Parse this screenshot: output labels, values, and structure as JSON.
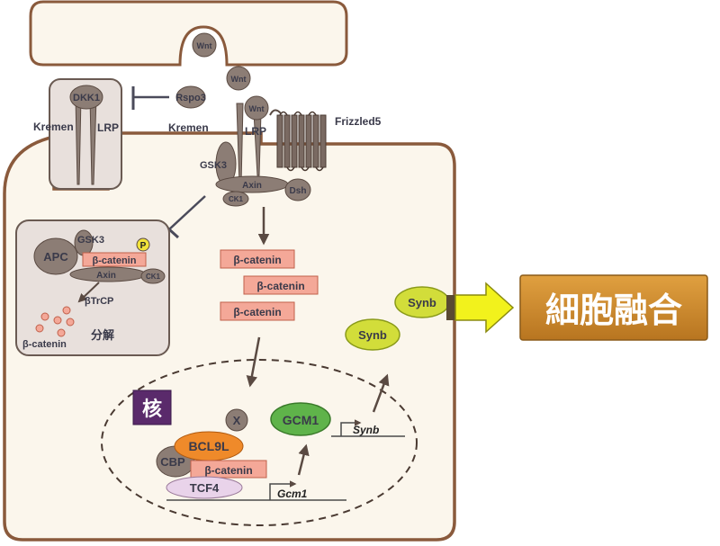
{
  "labels": {
    "wnt_top": "Wnt",
    "wnt_mid": "Wnt",
    "wnt_receptor": "Wnt",
    "dkk1": "DKK1",
    "rspo3": "Rspo3",
    "kremen_left": "Kremen",
    "lrp_left": "LRP",
    "kremen_right": "Kremen",
    "lrp_right": "LRP",
    "frizzled5": "Frizzled5",
    "gsk3_membrane": "GSK3",
    "axin_membrane": "Axin",
    "ck1_membrane": "CK1",
    "dsh": "Dsh",
    "apc": "APC",
    "gsk3_complex": "GSK3",
    "phospho": "P",
    "beta_catenin_complex": "β-catenin",
    "axin_complex": "Axin",
    "ck1_complex": "CK1",
    "btrcp": "βTrCP",
    "degradation": "分解",
    "beta_catenin_degraded": "β-catenin",
    "beta_catenin_1": "β-catenin",
    "beta_catenin_2": "β-catenin",
    "beta_catenin_3": "β-catenin",
    "nucleus": "核",
    "x_factor": "X",
    "gcm1_protein": "GCM1",
    "synb_gene": "Synb",
    "bcl9l": "BCL9L",
    "cbp": "CBP",
    "beta_catenin_nuclear": "β-catenin",
    "tcf4": "TCF4",
    "gcm1_gene": "Gcm1",
    "synb_protein_1": "Synb",
    "synb_protein_2": "Synb",
    "cell_fusion": "細胞融合"
  },
  "colors": {
    "cell_fill": "#fbf6ec",
    "cell_stroke": "#8a5a3c",
    "protein_gray": "#8c7d75",
    "beta_catenin": "#f4a898",
    "gcm1": "#5fb34a",
    "bcl9l": "#ef8a2a",
    "tcf4": "#e9d3ea",
    "synb": "#d2dd3a",
    "phospho": "#f1e23a",
    "nucleus_label": "#5a2a6b",
    "fusion_box": "#c98a30",
    "arrow_yellow": "#f2f21c"
  }
}
